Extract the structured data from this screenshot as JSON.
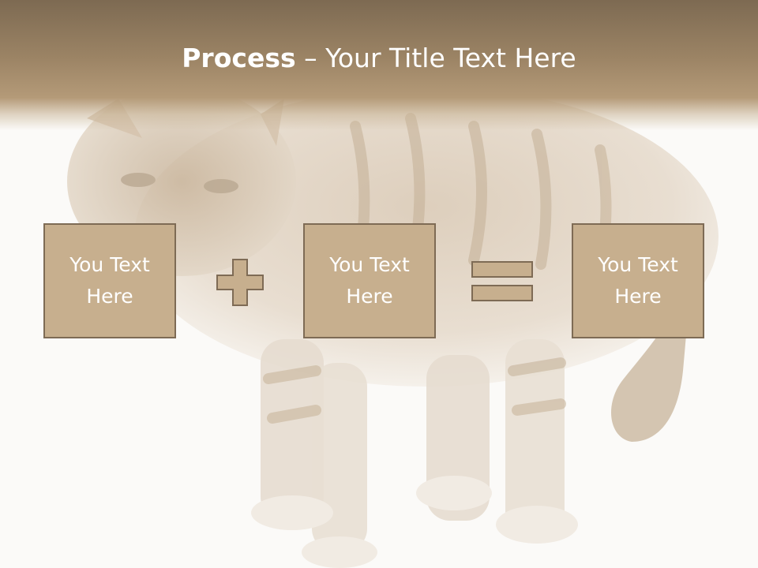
{
  "slide": {
    "title_bold": "Process",
    "title_rest": " – Your Title Text Here"
  },
  "boxes": [
    {
      "text": "You Text\nHere"
    },
    {
      "text": "You Text\nHere"
    },
    {
      "text": "You Text\nHere"
    }
  ],
  "operators": [
    "plus-icon",
    "equals-icon"
  ],
  "colors": {
    "band_top": "#7d6a52",
    "box_fill": "#c7af8e",
    "box_border": "#7e6b55",
    "text": "#ffffff"
  },
  "background": {
    "image": "tabby-cat-photo"
  }
}
